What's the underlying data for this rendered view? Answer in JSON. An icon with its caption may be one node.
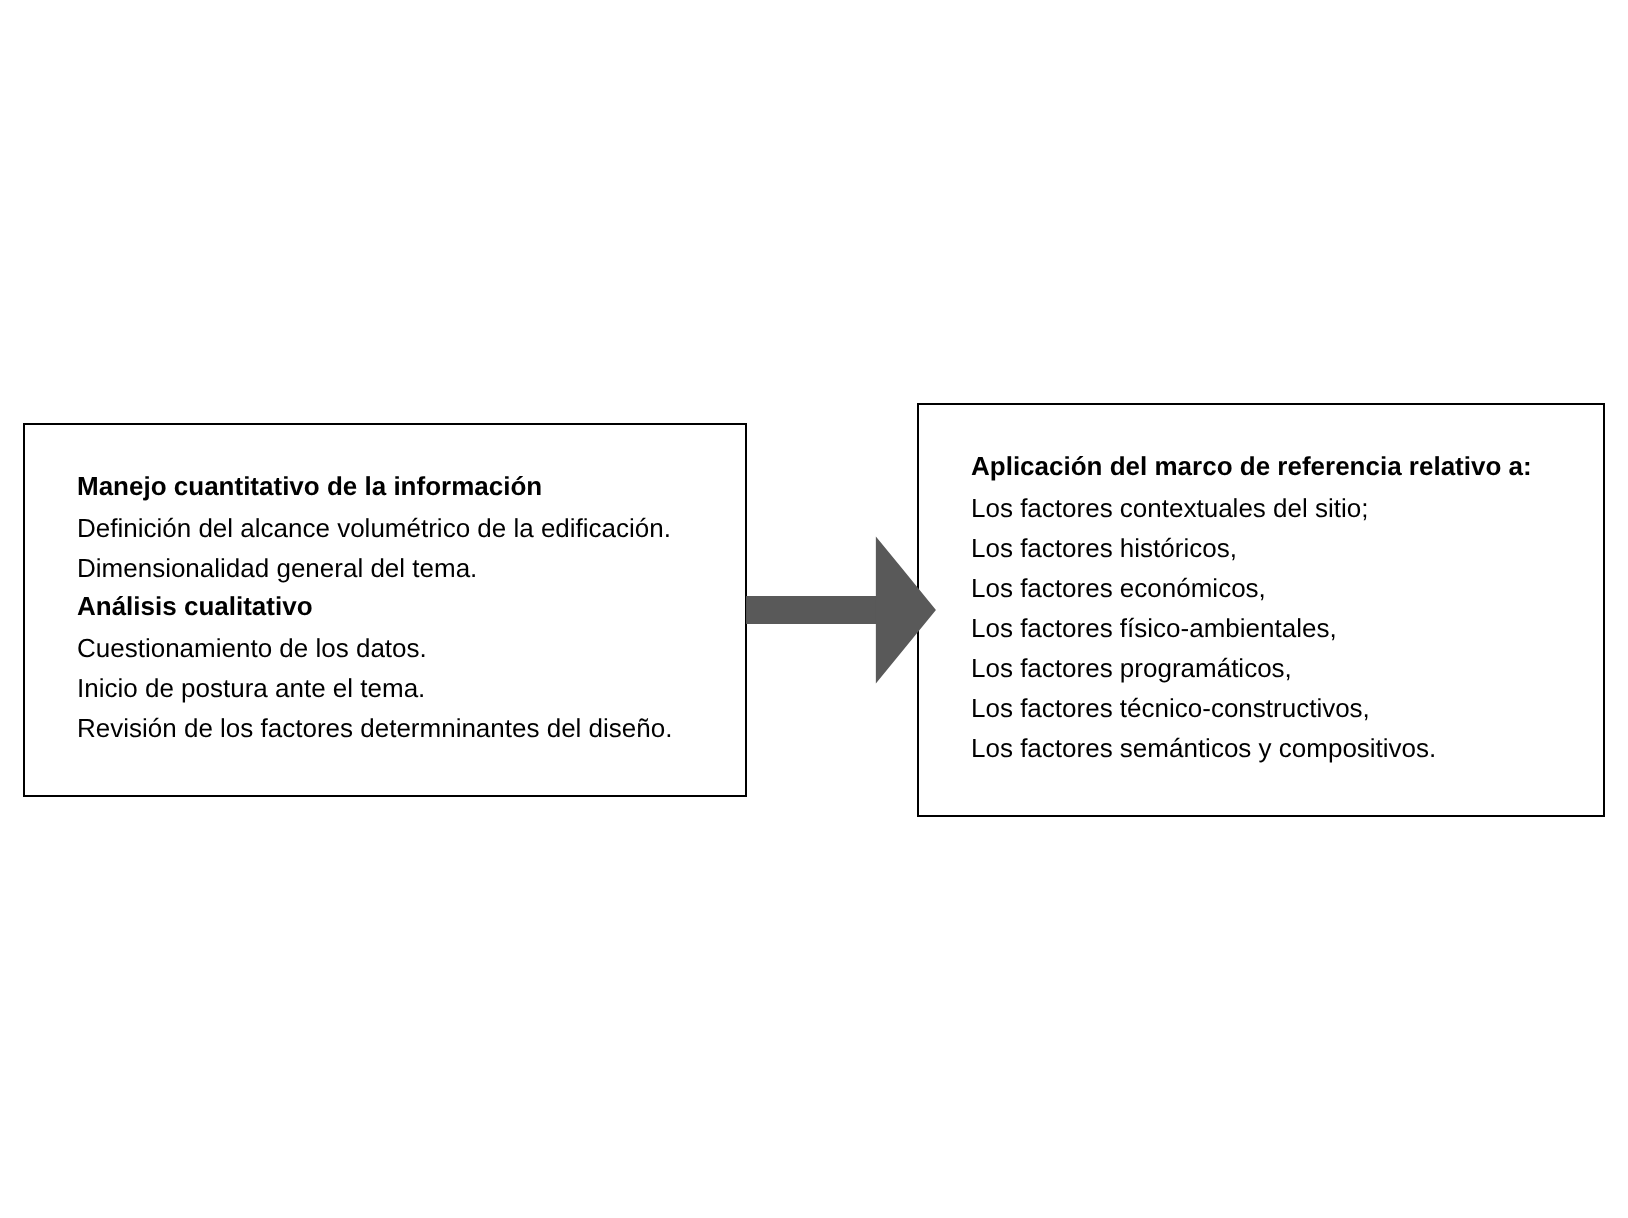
{
  "diagram": {
    "nodes": [
      {
        "text": [
          "Manejo cuantitativo de la información",
          "Definición del alcance volumétrico de la edificación.",
          "Dimensionalidad general del tema.",
          "Análisis cualitativo",
          "Cuestionamiento de los datos.",
          "Inicio de postura ante el tema.",
          "Revisión de los factores determninantes del diseño."
        ]
      },
      {
        "text": [
          "Aplicación del marco de referencia relativo a:",
          "Los factores contextuales del sitio;",
          "Los factores históricos,",
          "Los factores económicos,",
          "Los factores físico-ambientales,",
          "Los factores programáticos,",
          "Los factores técnico-constructivos,",
          "Los factores semánticos y compositivos."
        ]
      }
    ],
    "edges": [
      {
        "from": 0,
        "to": 1,
        "arrow": "to",
        "color": "#595959"
      }
    ]
  }
}
